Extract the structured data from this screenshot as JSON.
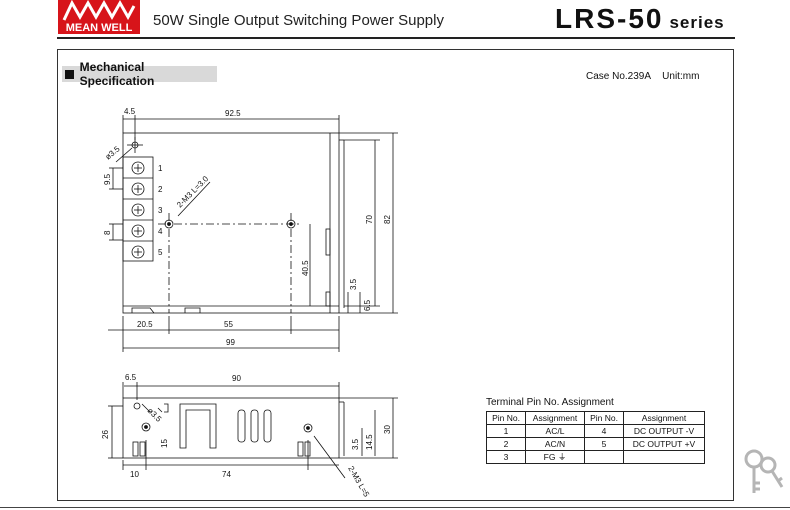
{
  "header": {
    "brand": "MEAN WELL",
    "product_title": "50W Single Output Switching Power Supply",
    "model": "LRS-50",
    "series": "series"
  },
  "section": {
    "title": "Mechanical Specification",
    "case_no": "Case No.239A",
    "unit": "Unit:mm"
  },
  "top_view": {
    "terminal_numbers": [
      "1",
      "2",
      "3",
      "4",
      "5"
    ],
    "dims": {
      "d4_5": "4.5",
      "d92_5": "92.5",
      "d9_5": "9.5",
      "d8": "8",
      "dphi3_5": "ø3.5",
      "dM3": "2-M3 L=3.0",
      "d70": "70",
      "d82": "82",
      "d40_5": "40.5",
      "d3_5": "3.5",
      "d6_5": "6.5",
      "d20_5": "20.5",
      "d55": "55",
      "d99": "99"
    }
  },
  "side_view": {
    "dims": {
      "d6_5": "6.5",
      "d90": "90",
      "dphi3_5": "ø3.5",
      "d26": "26",
      "d15": "15",
      "d3_5": "3.5",
      "d14_5": "14.5",
      "d30": "30",
      "d10": "10",
      "d74": "74",
      "dM3": "2-M3 L=5"
    }
  },
  "pin_table": {
    "caption": "Terminal Pin No.  Assignment",
    "headers": [
      "Pin No.",
      "Assignment",
      "Pin No.",
      "Assignment"
    ],
    "rows": [
      [
        "1",
        "AC/L",
        "4",
        "DC OUTPUT -V"
      ],
      [
        "2",
        "AC/N",
        "5",
        "DC OUTPUT +V"
      ],
      [
        "3",
        "FG ⏚",
        "",
        ""
      ]
    ]
  }
}
